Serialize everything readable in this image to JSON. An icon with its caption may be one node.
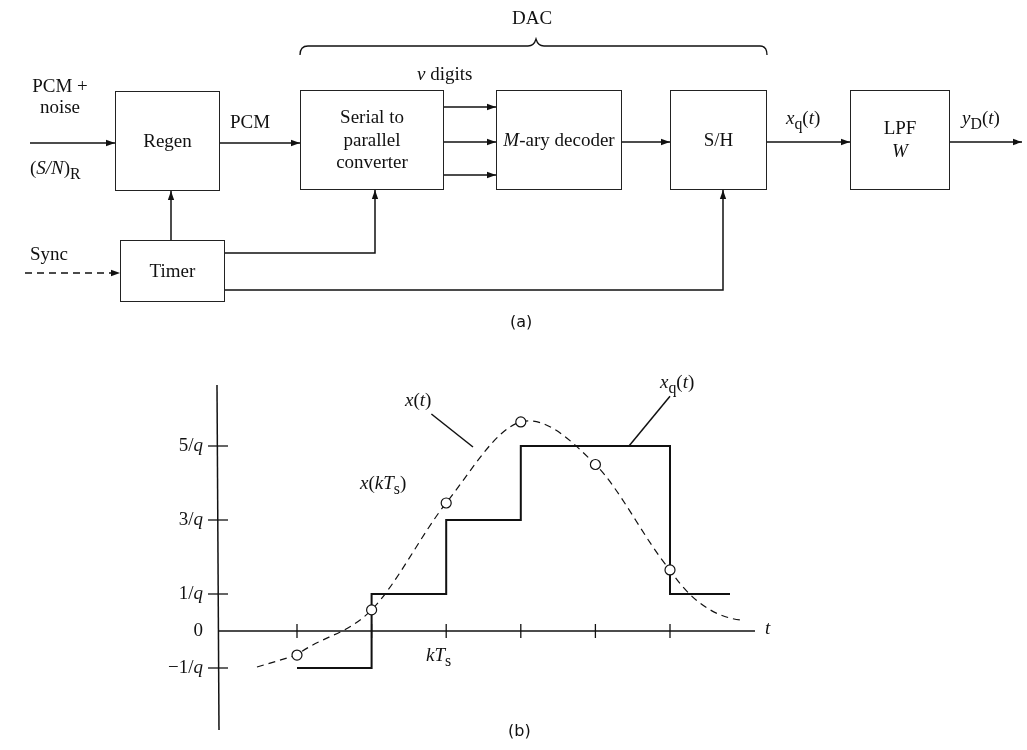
{
  "diagram": {
    "nodes": [
      {
        "text": [
          "Regen"
        ]
      },
      {
        "text": [
          "Serial to parallel converter"
        ]
      },
      {
        "text": [
          "*M*-ary decoder"
        ]
      },
      {
        "text": [
          "S/H"
        ]
      },
      {
        "text": [
          "LPF *W*"
        ]
      },
      {
        "text": [
          "Timer"
        ]
      },
      {
        "text": [
          "*x*(*t*)"
        ]
      },
      {
        "text": [
          "*x*$_{q}$(*t*)"
        ]
      }
    ],
    "edges": [
      {
        "from": null,
        "to": 0,
        "arrow": "to",
        "label": "PCM + noise"
      },
      {
        "from": 0,
        "to": 1,
        "arrow": "to",
        "label": "PCM"
      },
      {
        "from": 1,
        "to": 2,
        "arrow": "to",
        "label": "*ν* digits"
      },
      {
        "from": 1,
        "to": 2,
        "arrow": "to"
      },
      {
        "from": 1,
        "to": 2,
        "arrow": "to"
      },
      {
        "from": 2,
        "to": 3,
        "arrow": "to"
      },
      {
        "from": 3,
        "to": 4,
        "arrow": "to",
        "label": "*x*$_{q}$(*t*)"
      },
      {
        "from": 4,
        "to": null,
        "arrow": "to",
        "label": "*y*$_{D}$(*t*)"
      },
      {
        "from": 5,
        "to": 0,
        "arrow": "to"
      },
      {
        "from": 5,
        "to": 1,
        "arrow": "to"
      },
      {
        "from": 5,
        "to": 3,
        "arrow": "to"
      },
      {
        "from": null,
        "to": 5,
        "arrow": "to",
        "label": "Sync",
        "style": "dashed"
      },
      {
        "from": 6,
        "to": null,
        "arrow": "none"
      },
      {
        "from": 7,
        "to": null,
        "arrow": "none"
      }
    ],
    "labels": [
      "DAC",
      "(*S/N*)$_{R}$",
      "(a)",
      "5/*q*",
      "*x*(*kT*$_{s}$)",
      "3/*q*",
      "1/*q*",
      "0",
      "*t*",
      "−1/*q*",
      "*kT*$_{s}$",
      "(b)"
    ]
  }
}
